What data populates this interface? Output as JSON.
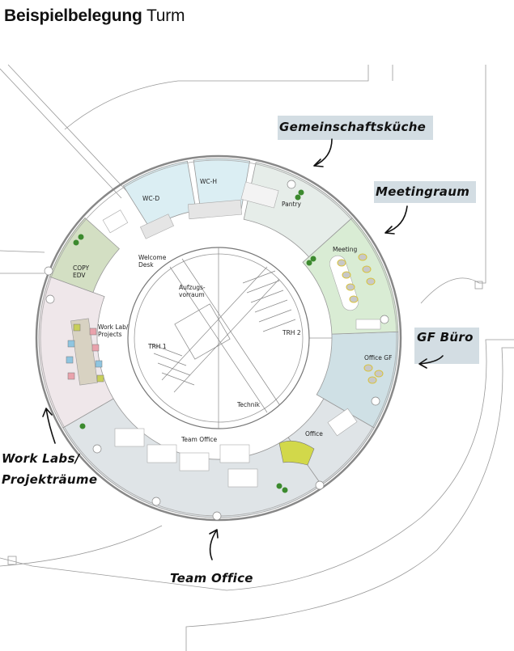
{
  "title": {
    "bold": "Beispielbelegung",
    "rest": "Turm"
  },
  "rooms": {
    "wc_d": "WC-D",
    "wc_h": "WC-H",
    "pantry": "Pantry",
    "meeting": "Meeting",
    "office_gf": "Office GF",
    "office": "Office",
    "team_office": "Team Office",
    "work_lab_1": "Work Lab/",
    "work_lab_2": "Projects",
    "copy_1": "COPY",
    "copy_2": "EDV",
    "welcome_1": "Welcome",
    "welcome_2": "Desk",
    "aufzug_1": "Aufzugs-",
    "aufzug_2": "vorraum",
    "trh1": "TRH 1",
    "trh2": "TRH 2",
    "technik": "Technik"
  },
  "callouts": {
    "kueche": "Gemeinschaftsküche",
    "meetingraum": "Meetingraum",
    "gf_buero": "GF Büro",
    "work_labs_1": "Work Labs/",
    "work_labs_2": "Projekträume",
    "team_office": "Team Office"
  },
  "colors": {
    "team": "#dfe4e7",
    "worklab": "#efe7ea",
    "copy": "#d3dfc3",
    "corridor": "#f3f3e2",
    "wc": "#dbeef3",
    "pantry": "#e6ede9",
    "meeting": "#d9ecd4",
    "gf": "#cfe0e5",
    "callout": "#d3dde3"
  }
}
